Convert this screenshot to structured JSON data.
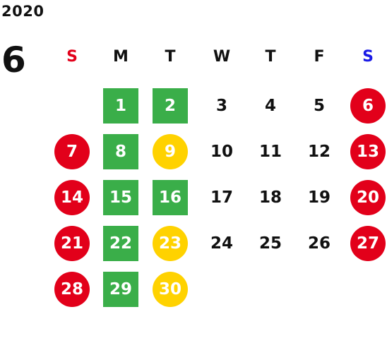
{
  "year": "2020",
  "month": "6",
  "colors": {
    "red": "#E2001A",
    "green": "#3AAE49",
    "yellow": "#FFD200",
    "sunday_label": "#E2001A",
    "saturday_label": "#1A1AE6",
    "text": "#111111",
    "white": "#FFFFFF"
  },
  "weekdays": [
    "S",
    "M",
    "T",
    "W",
    "T",
    "F",
    "S"
  ],
  "weeks": [
    [
      null,
      {
        "d": "1",
        "style": "green"
      },
      {
        "d": "2",
        "style": "green"
      },
      {
        "d": "3"
      },
      {
        "d": "4"
      },
      {
        "d": "5"
      },
      {
        "d": "6",
        "style": "red"
      }
    ],
    [
      {
        "d": "7",
        "style": "red"
      },
      {
        "d": "8",
        "style": "green"
      },
      {
        "d": "9",
        "style": "yellow"
      },
      {
        "d": "10"
      },
      {
        "d": "11"
      },
      {
        "d": "12"
      },
      {
        "d": "13",
        "style": "red"
      }
    ],
    [
      {
        "d": "14",
        "style": "red"
      },
      {
        "d": "15",
        "style": "green"
      },
      {
        "d": "16",
        "style": "green"
      },
      {
        "d": "17"
      },
      {
        "d": "18"
      },
      {
        "d": "19"
      },
      {
        "d": "20",
        "style": "red"
      }
    ],
    [
      {
        "d": "21",
        "style": "red"
      },
      {
        "d": "22",
        "style": "green"
      },
      {
        "d": "23",
        "style": "yellow"
      },
      {
        "d": "24"
      },
      {
        "d": "25"
      },
      {
        "d": "26"
      },
      {
        "d": "27",
        "style": "red"
      }
    ],
    [
      {
        "d": "28",
        "style": "red"
      },
      {
        "d": "29",
        "style": "green"
      },
      {
        "d": "30",
        "style": "yellow"
      },
      null,
      null,
      null,
      null
    ]
  ]
}
